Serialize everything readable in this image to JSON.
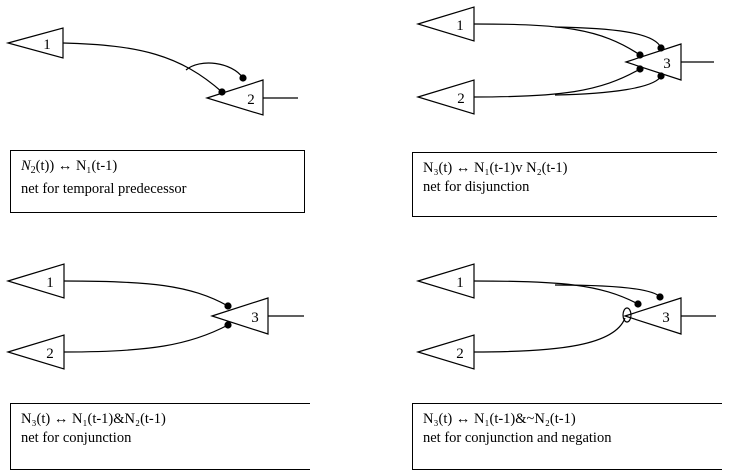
{
  "panels": [
    {
      "neurons": [
        "1",
        "2"
      ],
      "formula": {
        "lhs": "N",
        "lhs_sub": "2",
        "lhs_arg": "(t))",
        "arrow": "↔",
        "rhs": "N₁(t-1)"
      },
      "note": "net for temporal predecessor"
    },
    {
      "neurons": [
        "1",
        "2",
        "3"
      ],
      "formula": {
        "lhs": "N₃(t)",
        "arrow": "↔",
        "rhs": "N₁(t-1)v N₂(t-1)"
      },
      "note": "net for disjunction"
    },
    {
      "neurons": [
        "1",
        "2",
        "3"
      ],
      "formula": {
        "lhs": "N₃(t)",
        "arrow": "↔",
        "rhs": "N₁(t-1)&N₂(t-1)"
      },
      "note": "net for conjunction"
    },
    {
      "neurons": [
        "1",
        "2",
        "3"
      ],
      "formula": {
        "lhs": "N₃(t)",
        "arrow": "↔",
        "rhs": "N₁(t-1)&~N₂(t-1)"
      },
      "note": "net for conjunction and negation"
    }
  ]
}
